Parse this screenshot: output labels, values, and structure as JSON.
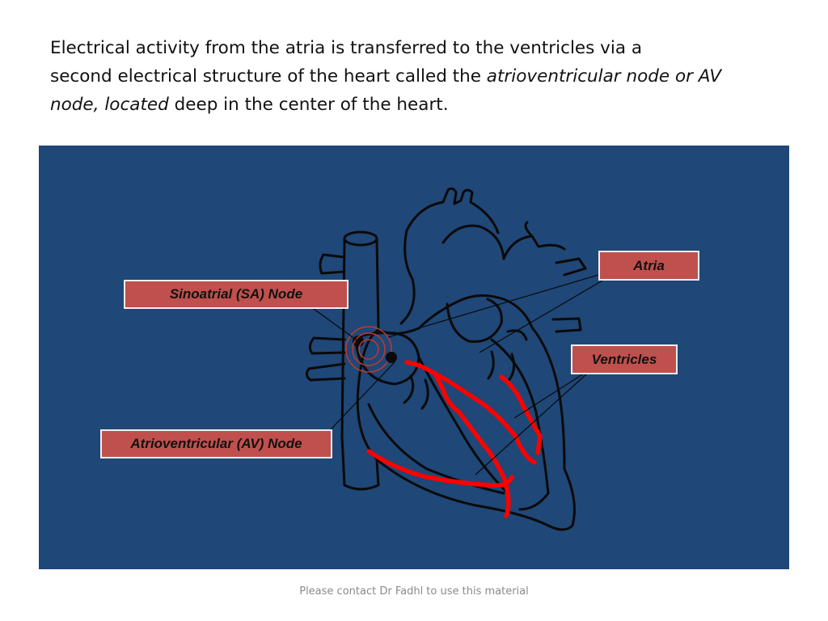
{
  "slide": {
    "paragraph": {
      "line1": "Electrical activity from the atria is transferred to the ventricles via a",
      "line2_plain": "second electrical structure of the heart called the ",
      "line2_italic": "atrioventricular node or AV",
      "line3_italic": "node, located",
      "line3_plain": " deep in the center of the heart."
    }
  },
  "diagram": {
    "labels": {
      "sa_node": "Sinoatrial (SA) Node",
      "av_node": "Atrioventricular (AV) Node",
      "atria": "Atria",
      "ventricles": "Ventricles"
    },
    "colors": {
      "panel_background": "#1f4778",
      "label_fill": "#c0504d",
      "label_border": "#f0f0f0",
      "conduction_path": "#ff0000",
      "outline": "#0a0a0a"
    }
  },
  "footer": {
    "note": "Please contact Dr Fadhl to use this material"
  }
}
